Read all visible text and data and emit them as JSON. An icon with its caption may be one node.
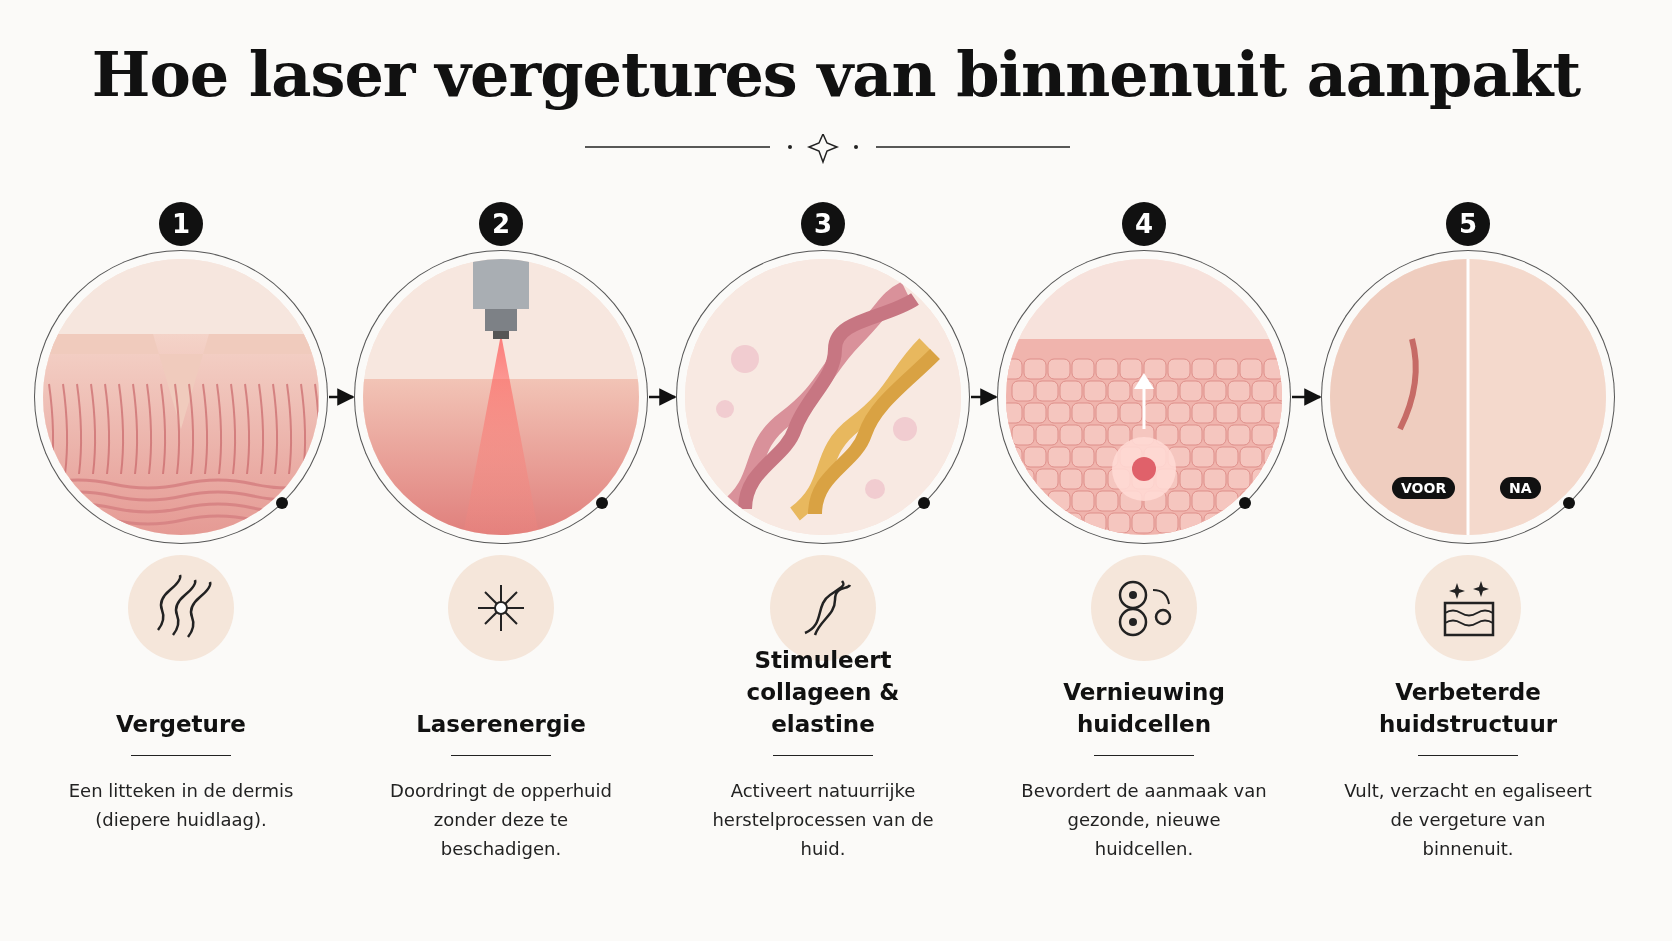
{
  "diagram": {
    "title": "Hoe laser vergetures van binnenuit aanpakt",
    "nodes": [
      {
        "text": [],
        "shape": "picture",
        "beside": [
          "1",
          "Vergeture",
          "Een litteken in de dermis (diepere huidlaag)."
        ]
      },
      {
        "text": [],
        "shape": "picture",
        "beside": [
          "2",
          "Laserenergie",
          "Doordringt de opperhuid zonder deze te beschadigen."
        ]
      },
      {
        "text": [],
        "shape": "picture",
        "beside": [
          "3",
          "Stimuleert collageen & elastine",
          "Activeert natuurrijke herstelprocessen van de huid."
        ]
      },
      {
        "text": [],
        "shape": "picture",
        "beside": [
          "4",
          "Vernieuwing huidcellen",
          "Bevordert de aanmaak van gezonde, nieuwe huidcellen."
        ]
      },
      {
        "text": [
          "VOOR",
          "NA"
        ],
        "beside": [
          "5",
          "Verbeterde huidstructuur",
          "Vult, verzacht en egaliseert de vergeture van binnenuit."
        ]
      }
    ],
    "edges": [
      {
        "from": 0,
        "to": 1,
        "arrow": "to"
      },
      {
        "from": 1,
        "to": 2,
        "arrow": "to"
      },
      {
        "from": 2,
        "to": 3,
        "arrow": "to"
      },
      {
        "from": 3,
        "to": 4,
        "arrow": "to"
      }
    ]
  }
}
